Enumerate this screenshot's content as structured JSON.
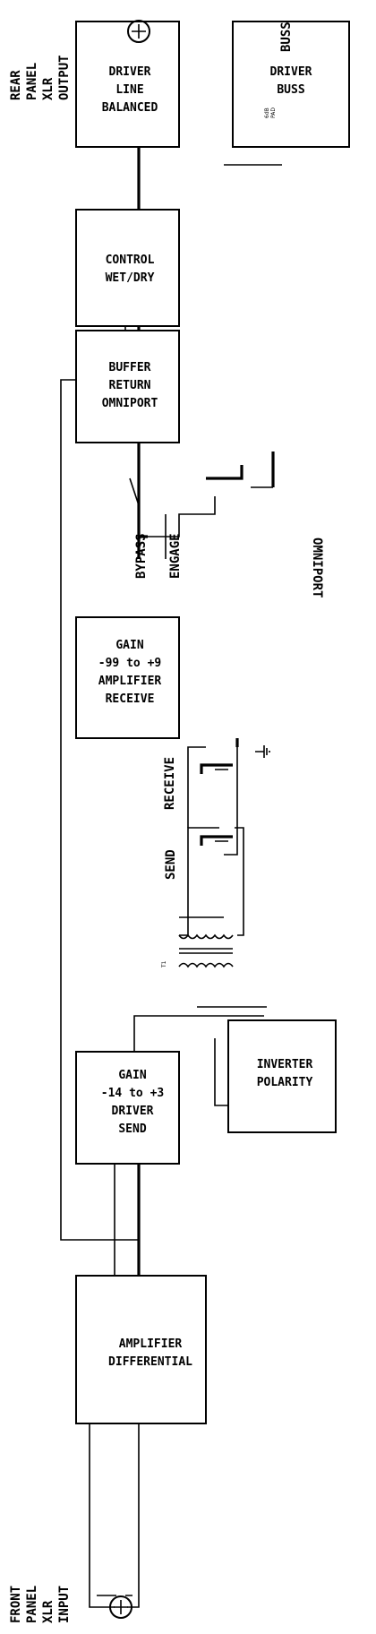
{
  "diagram": {
    "input_label": [
      "FRONT",
      "PANEL",
      "XLR",
      "INPUT"
    ],
    "output_label": [
      "REAR",
      "PANEL",
      "XLR",
      "OUTPUT"
    ],
    "buss_label": "BUSS",
    "buss_pad_text": [
      "6dB",
      "PAD"
    ],
    "bypass_label": "BYPASS",
    "engage_label": "ENGAGE",
    "omniport_label": "OMNIPORT",
    "send_label": "SEND",
    "receive_label": "RECEIVE",
    "transformer_label": "T1",
    "blocks": {
      "differential_amplifier": [
        "DIFFERENTIAL",
        "AMPLIFIER"
      ],
      "send_driver": [
        "SEND",
        "DRIVER",
        "-14 to +3",
        "GAIN"
      ],
      "polarity_inverter": [
        "POLARITY",
        "INVERTER"
      ],
      "receive_amplifier": [
        "RECEIVE",
        "AMPLIFIER",
        "-99 to +9",
        "GAIN"
      ],
      "omniport_return_buffer": [
        "OMNIPORT",
        "RETURN",
        "BUFFER"
      ],
      "wet_dry_control": [
        "WET/DRY",
        "CONTROL"
      ],
      "balanced_line_driver": [
        "BALANCED",
        "LINE",
        "DRIVER"
      ],
      "buss_driver": [
        "BUSS",
        "DRIVER"
      ]
    }
  }
}
